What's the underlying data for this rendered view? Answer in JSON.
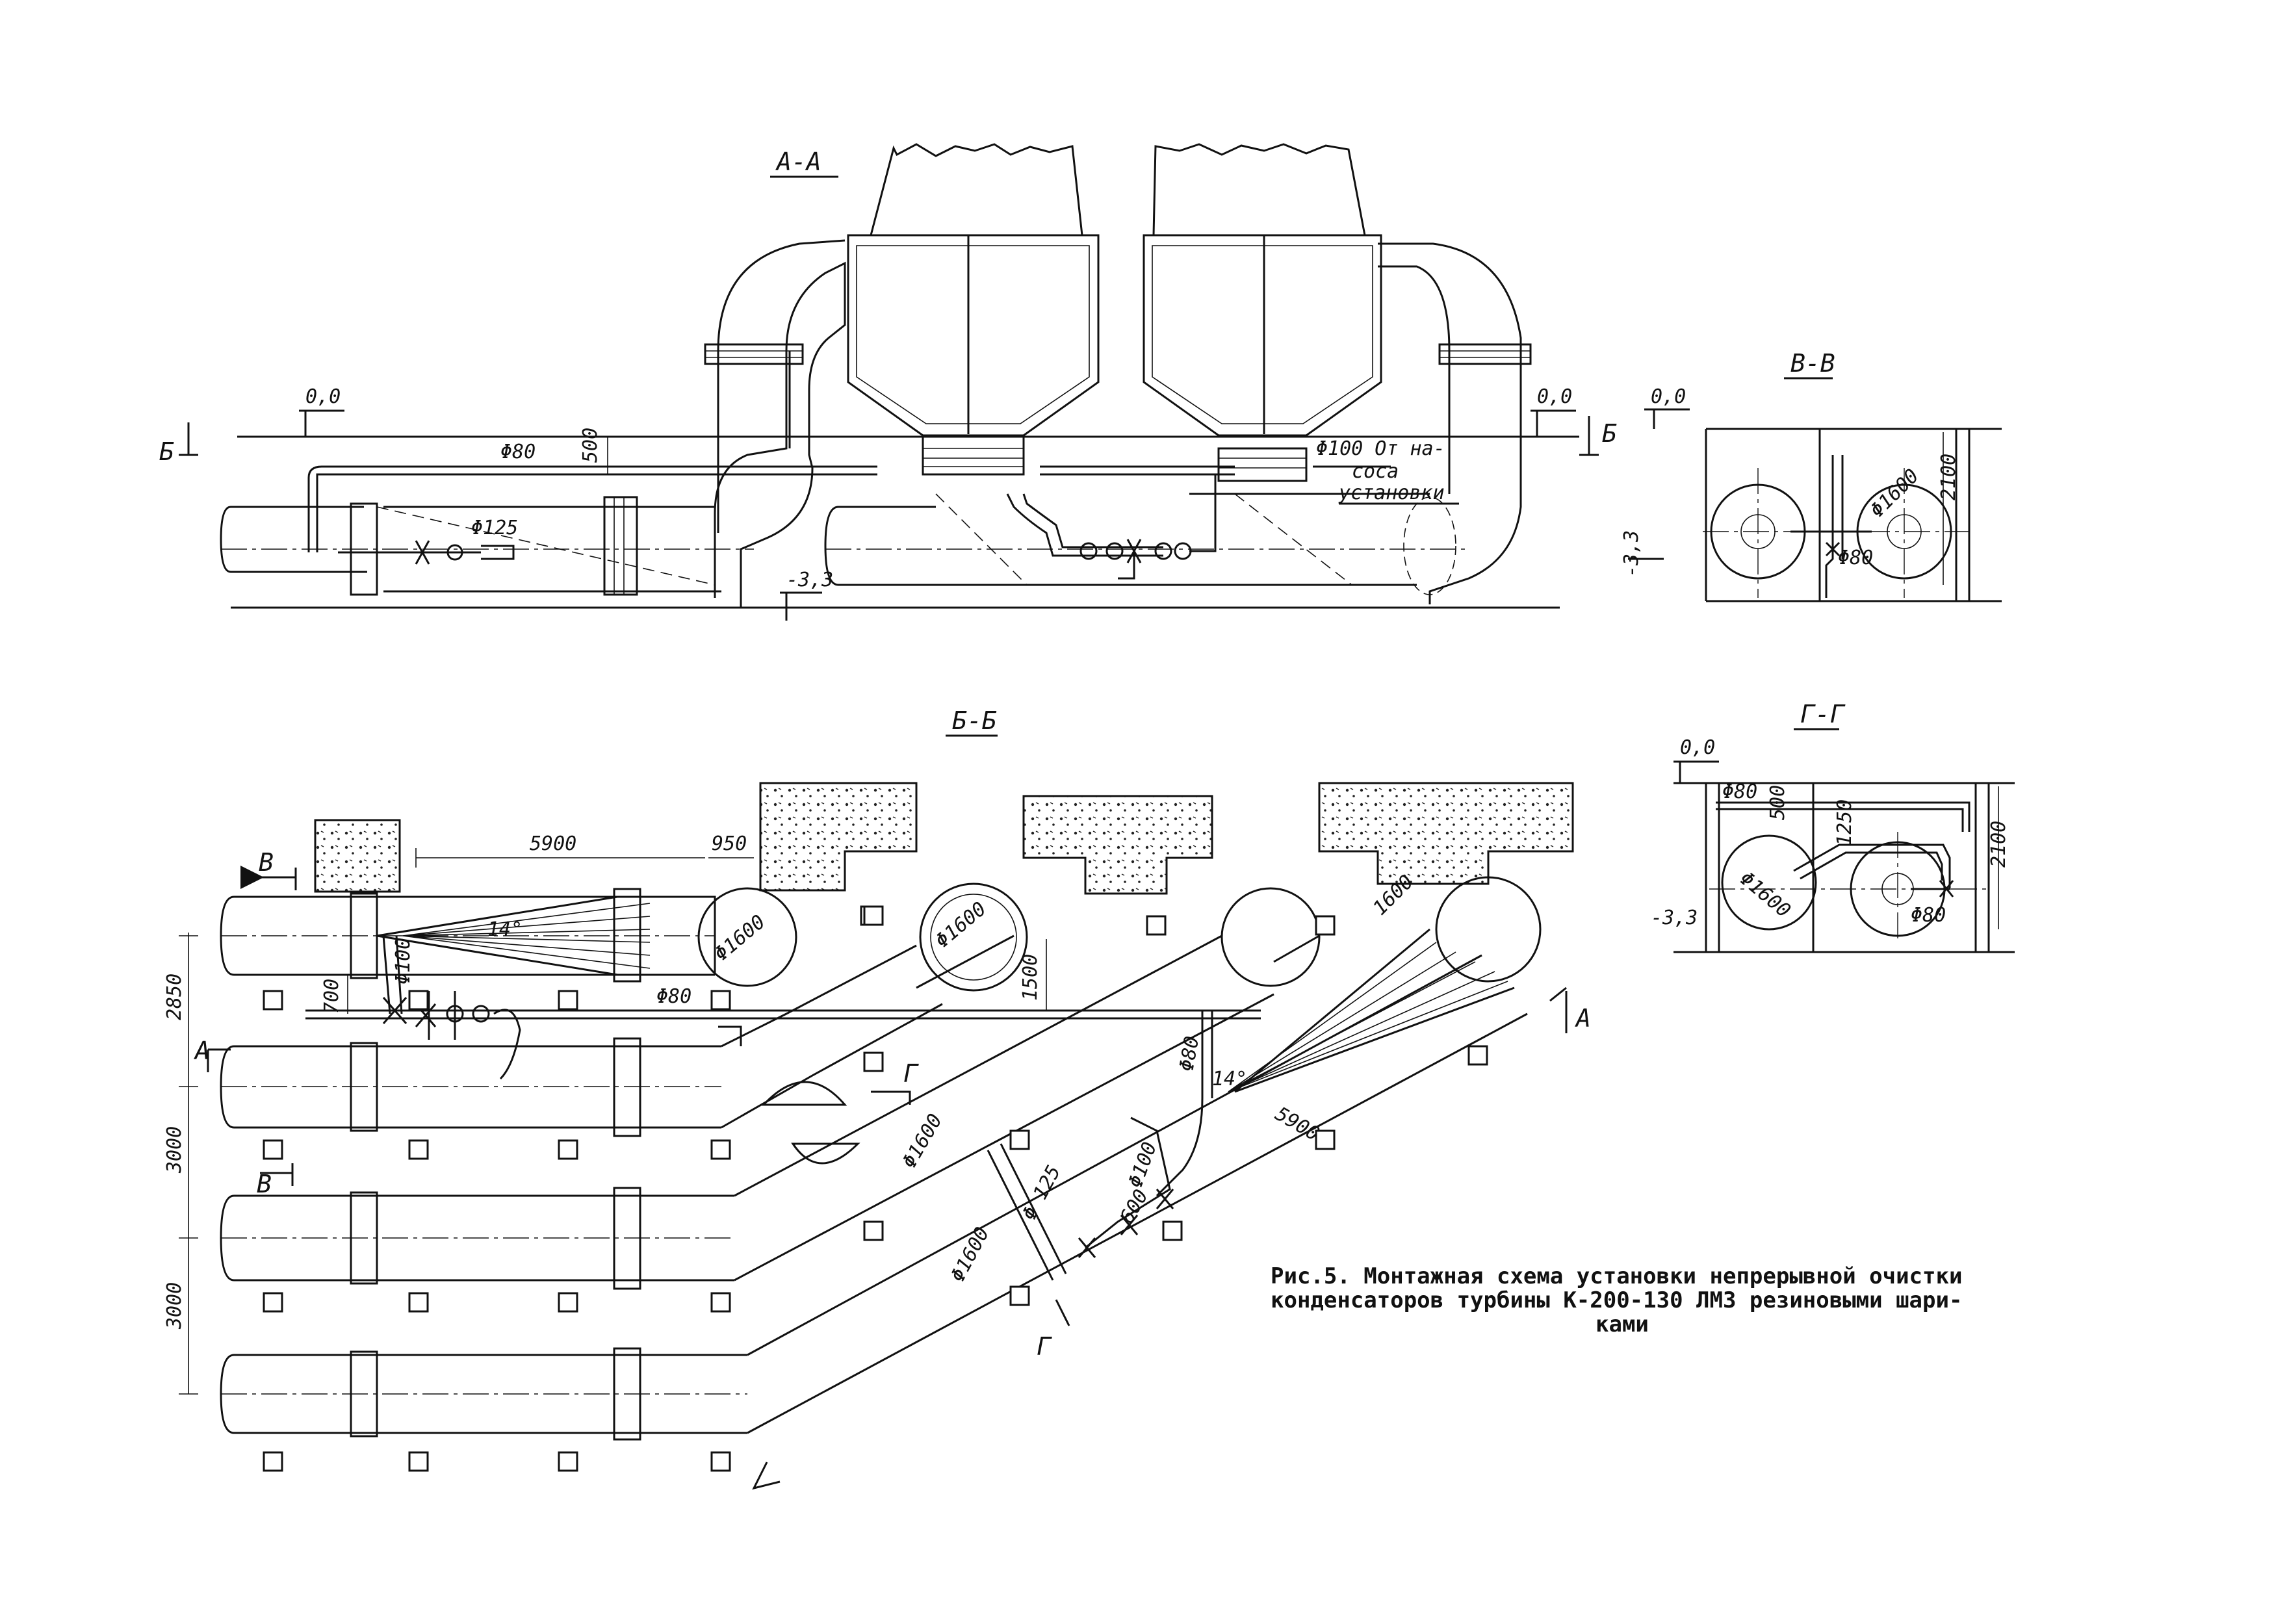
{
  "sections": {
    "aa": "А-А",
    "vv": "В-В",
    "bb": "Б-Б",
    "gg": "Г-Г"
  },
  "aa_view": {
    "level_top_left": "0,0",
    "level_top_right": "0,0",
    "level_bottom": "-3,3",
    "cut_left": "Б",
    "cut_right": "Б",
    "pipe_d80": "Φ80",
    "dim_500": "500",
    "pipe_d125": "Φ125",
    "from_pump_1": "Φ100 От на-",
    "from_pump_2": "соса",
    "from_pump_3": "установки"
  },
  "vv_view": {
    "level_top": "0,0",
    "level_bottom": "-3,3",
    "pipe_d1600": "Φ1600",
    "pipe_d80": "Φ80",
    "dim_2100": "2100"
  },
  "gg_view": {
    "level_top": "0,0",
    "level_bottom": "-3,3",
    "pipe_d80_top": "Φ80",
    "dim_500": "500",
    "dim_1250": "1250",
    "dim_2100": "2100",
    "pipe_d1600": "Φ1600",
    "pipe_d80_bottom": "Φ80"
  },
  "bb_view": {
    "dim_5900_top": "5900",
    "dim_950": "950",
    "pipe_d1600_a": "Φ1600",
    "pipe_d1600_b": "Φ1600",
    "dim_1500": "1500",
    "dim_1600": "1600",
    "angle_14_a": "14°",
    "angle_14_b": "14°",
    "pipe_d100_a": "Φ100",
    "pipe_d100_b": "Φ100",
    "dim_700": "700",
    "pipe_d80": "Φ80",
    "pipe_d80_diag": "Φ80",
    "dim_2850": "2850",
    "dim_3000_a": "3000",
    "dim_3000_b": "3000",
    "pipe_d1600_c": "Φ1600",
    "pipe_d1600_d": "Φ1600",
    "pipe_d125": "Φ 125",
    "dim_5900_diag": "5900",
    "dim_600": "600",
    "cut_a_left": "А",
    "cut_a_right": "А",
    "cut_v_top": "В",
    "cut_v_bottom": "В",
    "cut_g_mid": "Г",
    "cut_g_bottom": "Г"
  },
  "caption": {
    "line1": "Рис.5. Монтажная схема установки непрерывной очистки",
    "line2": "конденсаторов турбины К-200-130 ЛМЗ резиновыми шари-",
    "line3": "ками"
  }
}
